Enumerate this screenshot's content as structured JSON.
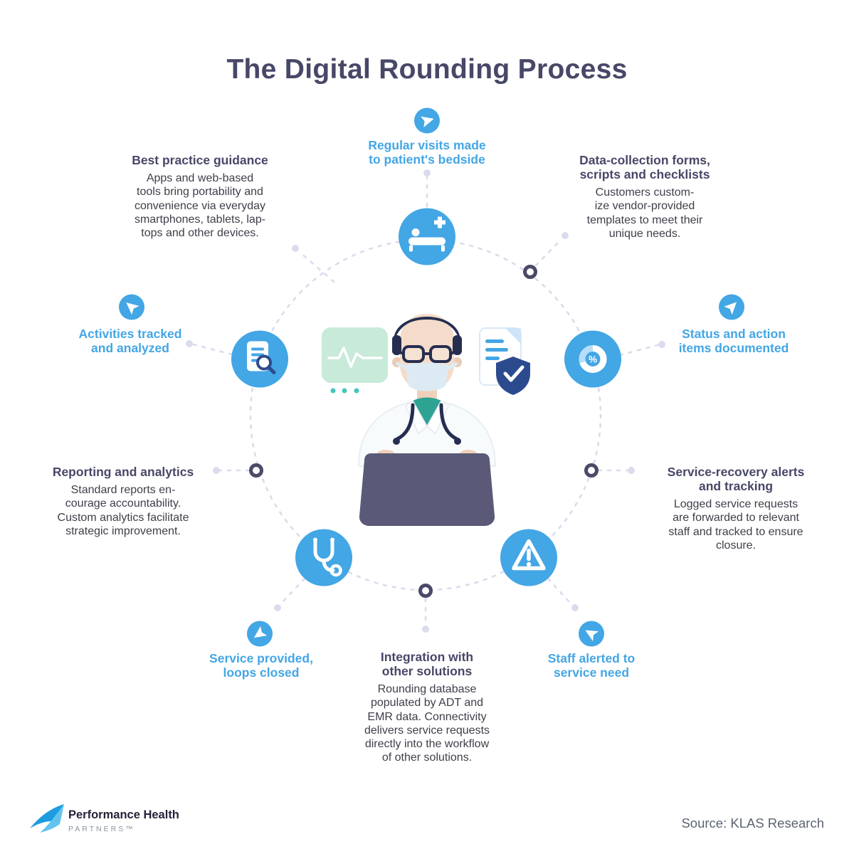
{
  "title": "The Digital Rounding Process",
  "steps": {
    "bedside": {
      "heading": "Regular visits made\nto patient's bedside"
    },
    "best_practice": {
      "heading": "Best practice guidance",
      "body": "Apps and web-based\ntools bring portability and\nconvenience via everyday\nsmartphones, tablets, lap-\ntops and other devices."
    },
    "data_collection": {
      "heading": "Data-collection forms,\nscripts and checklists",
      "body": "Customers custom-\nize vendor-provided\ntemplates to meet their\nunique needs."
    },
    "activities": {
      "heading": "Activities tracked\nand analyzed"
    },
    "status": {
      "heading": "Status and action\nitems documented"
    },
    "reporting": {
      "heading": "Reporting and analytics",
      "body": "Standard reports en-\ncourage accountability.\nCustom analytics facilitate\nstrategic improvement."
    },
    "service_recovery": {
      "heading": "Service-recovery alerts\nand tracking",
      "body": "Logged service requests\nare forwarded to relevant\nstaff and tracked to ensure\nclosure."
    },
    "service_provided": {
      "heading": "Service provided,\nloops closed"
    },
    "staff_alerted": {
      "heading": "Staff alerted to\nservice need"
    },
    "integration": {
      "heading": "Integration with\nother solutions",
      "body": "Rounding database\npopulated by ADT and\nEMR data. Connectivity\ndelivers service requests\ndirectly into the workflow\nof other solutions."
    }
  },
  "icons": {
    "bedside": "hospital-bed-icon",
    "activities": "document-magnifier-icon",
    "status": "percent-donut-icon",
    "service": "stethoscope-icon",
    "alert": "warning-triangle-icon",
    "arrow": "send-arrow-icon",
    "logo": "paper-plane-logo-icon"
  },
  "colors": {
    "title_navy": "#474768",
    "accent_blue": "#43a6e5",
    "body_text": "#3e3e4a",
    "ring_lavender": "#dadced",
    "node_navy": "#4a4a68",
    "laptop_slate": "#5a5a78",
    "scrub_teal": "#2ea393",
    "shield_navy": "#2c4b8f",
    "source_gray": "#5d6470"
  },
  "footer": {
    "brand_name": "Performance Health",
    "brand_sub": "PARTNERS™",
    "source": "Source: KLAS Research"
  }
}
